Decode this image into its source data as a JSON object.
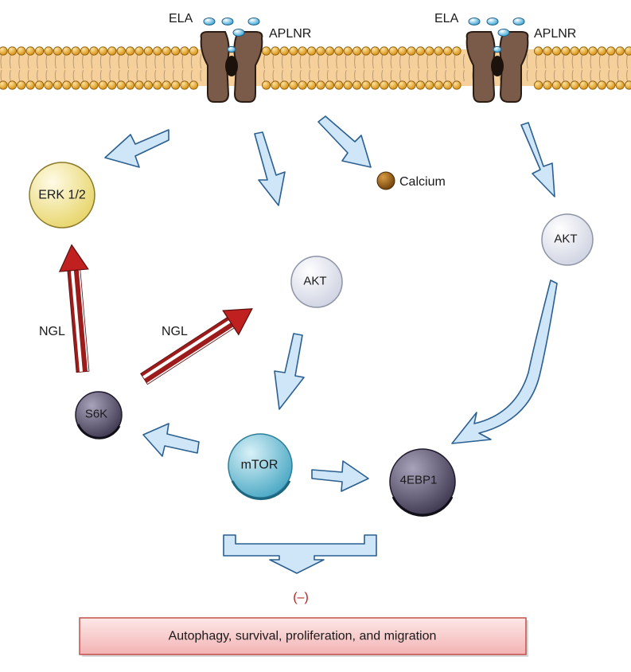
{
  "membrane": {
    "receptor_left": {
      "ligand": "ELA",
      "receptor": "APLNR"
    },
    "receptor_right": {
      "ligand": "ELA",
      "receptor": "APLNR"
    }
  },
  "nodes": {
    "erk": "ERK 1/2",
    "calcium": "Calcium",
    "akt_center": "AKT",
    "akt_right": "AKT",
    "s6k": "S6K",
    "mtor": "mTOR",
    "ebp1": "4EBP1"
  },
  "labels": {
    "ngl_left": "NGL",
    "ngl_center": "NGL",
    "inhibition": "(–)"
  },
  "outcome": {
    "text": "Autophagy, survival, proliferation, and migration"
  },
  "colors": {
    "arrow_fill": "#cfe6f8",
    "arrow_stroke": "#2a5f8f",
    "membrane_head": "#e9a821",
    "membrane_band": "#f6d09a",
    "receptor": "#7a5a48",
    "ligand": "#7cc9ea",
    "erk": "#f2e48c",
    "akt": "#eef0f6",
    "mtor": "#7ec7dc",
    "s6k": "#5e5670",
    "ebp1": "#5e5670",
    "calcium": "#8b5a14",
    "ngl_arrow": "#9e1b1b",
    "inhibition_text": "#b22222",
    "outcome_fill": "#f7c6c6",
    "outcome_border": "#c0504d"
  }
}
